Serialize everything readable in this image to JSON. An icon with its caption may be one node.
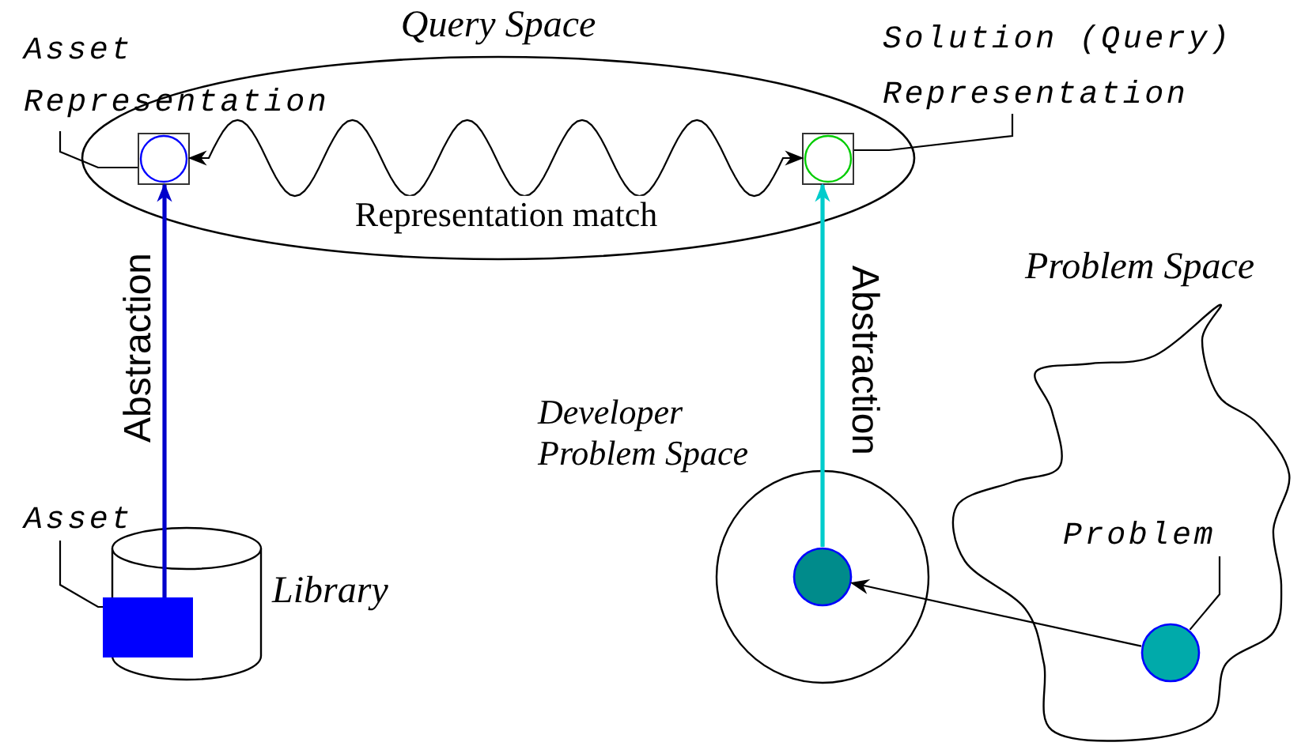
{
  "diagram": {
    "nodes": [
      {
        "text": [
          "Query Space"
        ]
      },
      {
        "text": [],
        "shape": "box",
        "in": 0
      },
      {
        "text": [],
        "shape": "box",
        "in": 0
      },
      {
        "text": [
          "Asset Representation"
        ]
      },
      {
        "text": [
          "Solution (Query) Representation"
        ]
      },
      {
        "text": [],
        "shape": "cylinder",
        "beside": [
          "Library"
        ]
      },
      {
        "text": [],
        "shape": "box",
        "in": 5
      },
      {
        "text": [
          "Asset"
        ]
      },
      {
        "text": [
          "Developer Problem Space"
        ]
      },
      {
        "text": [],
        "shape": "circle",
        "in": 8
      },
      {
        "text": [
          "Problem Space"
        ]
      },
      {
        "text": [],
        "shape": "circle",
        "in": 10
      },
      {
        "text": [
          "Problem"
        ],
        "in": 10
      }
    ],
    "edges": [
      {
        "from": 1,
        "to": 2,
        "arrow": "both",
        "label": "Representation match"
      },
      {
        "from": 6,
        "to": 1,
        "arrow": "to",
        "label": "Abstraction",
        "style": "thick",
        "color": "#0000cc"
      },
      {
        "from": 9,
        "to": 2,
        "arrow": "to",
        "label": "Abstraction",
        "style": "thick",
        "color": "#00cccc"
      },
      {
        "from": 11,
        "to": 9,
        "arrow": "to"
      },
      {
        "from": 3,
        "to": 1,
        "arrow": "none"
      },
      {
        "from": 4,
        "to": 2,
        "arrow": "none"
      },
      {
        "from": 7,
        "to": 6,
        "arrow": "none"
      },
      {
        "from": 12,
        "to": 11,
        "arrow": "none"
      }
    ]
  }
}
